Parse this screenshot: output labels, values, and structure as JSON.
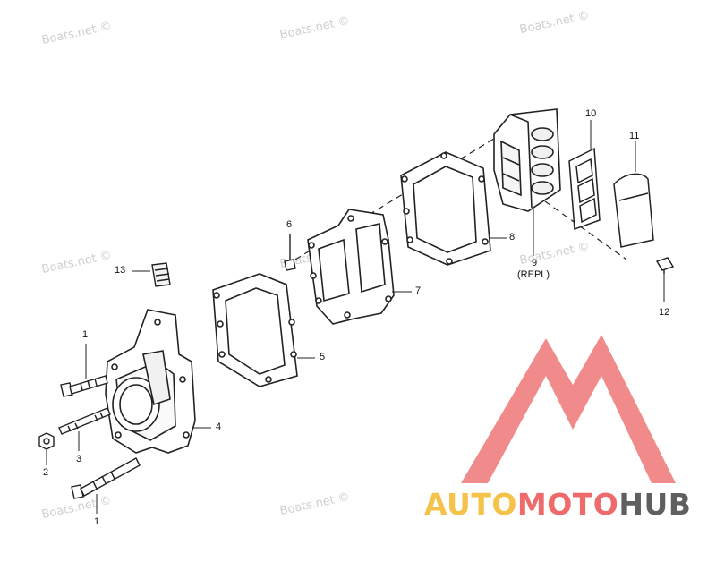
{
  "watermarks": [
    "Boats.net ©"
  ],
  "callouts": {
    "c1a": "1",
    "c1b": "1",
    "c2": "2",
    "c3": "3",
    "c4": "4",
    "c5": "5",
    "c6": "6",
    "c7": "7",
    "c8": "8",
    "c9": "9",
    "c9sub": "(REPL)",
    "c10": "10",
    "c11": "11",
    "c12": "12",
    "c13": "13"
  },
  "logo": {
    "part1": "AUTO",
    "part2": "MOTO",
    "part3": "HUB",
    "colors": {
      "auto": "#f5c24a",
      "moto": "#ef6a6a",
      "hub": "#5f5f5f",
      "mark": "#f08080"
    }
  }
}
